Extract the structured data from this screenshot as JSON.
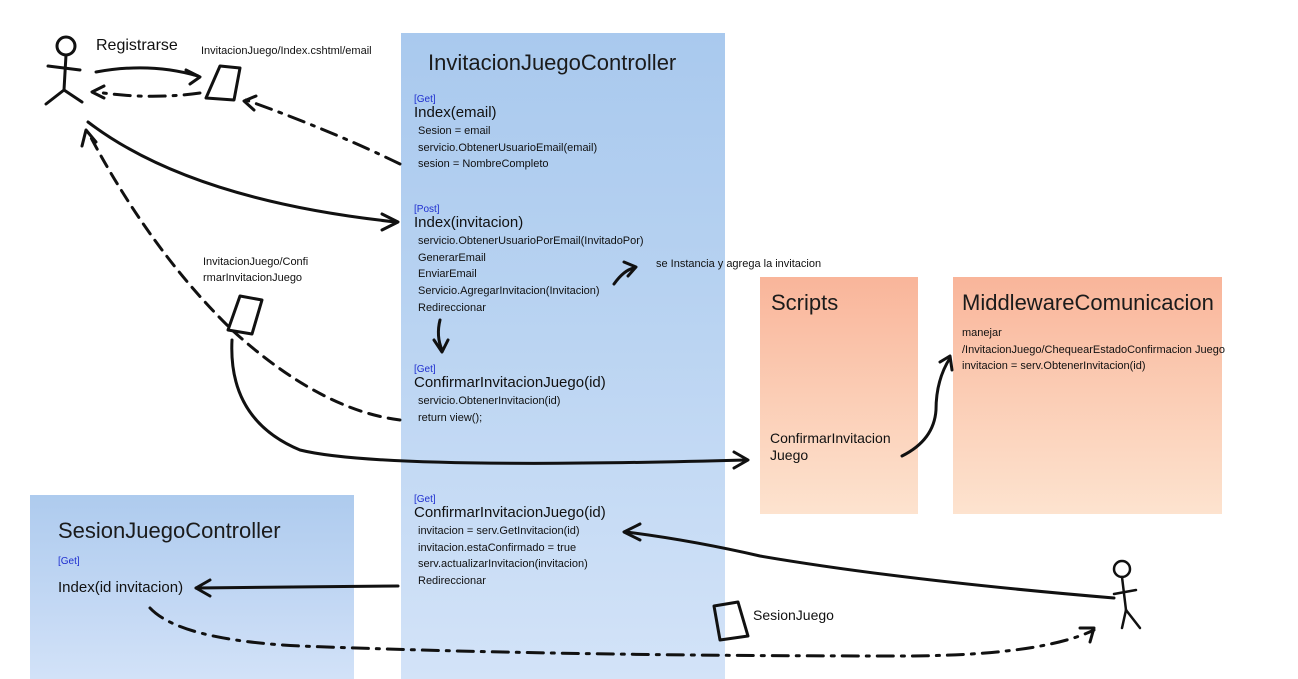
{
  "actors": {
    "top_left_actor": "user",
    "bottom_right_actor": "user"
  },
  "labels": {
    "registrarse": "Registrarse",
    "email_page": "InvitacionJuego/Index.cshtml/email",
    "confirm_page_line1": "InvitacionJuego/Confi",
    "confirm_page_line2": "rmarInvitacionJuego",
    "instancia_note": "se Instancia y agrega la invitacion",
    "sesion_juego": "SesionJuego"
  },
  "invitacion_controller": {
    "title": "InvitacionJuegoController",
    "m1": {
      "verb": "[Get]",
      "signature": "Index(email)",
      "lines": [
        "Sesion = email",
        "servicio.ObtenerUsuarioEmail(email)",
        "sesion = NombreCompleto"
      ]
    },
    "m2": {
      "verb": "[Post]",
      "signature": "Index(invitacion)",
      "lines": [
        "servicio.ObtenerUsuarioPorEmail(InvitadoPor)",
        "GenerarEmail",
        "EnviarEmail",
        "Servicio.AgregarInvitacion(Invitacion)",
        "Redireccionar"
      ]
    },
    "m3": {
      "verb": "[Get]",
      "signature": "ConfirmarInvitacionJuego(id)",
      "lines": [
        "servicio.ObtenerInvitacion(id)",
        "return view();"
      ]
    },
    "m4": {
      "verb": "[Get]",
      "signature": "ConfirmarInvitacionJuego(id)",
      "lines": [
        "invitacion = serv.GetInvitacion(id)",
        "invitacion.estaConfirmado = true",
        "serv.actualizarInvitacion(invitacion)",
        "Redireccionar"
      ]
    }
  },
  "sesion_controller": {
    "title": "SesionJuegoController",
    "verb": "[Get]",
    "signature": "Index(id invitacion)"
  },
  "scripts": {
    "title": "Scripts",
    "item_line1": "ConfirmarInvitacion",
    "item_line2": "Juego"
  },
  "middleware": {
    "title": "MiddlewareComunicacion",
    "lines": [
      "manejar",
      "/InvitacionJuego/ChequearEstadoConfirmacion Juego",
      "invitacion = serv.ObtenerInvitacion(id)"
    ]
  },
  "colors": {
    "controller_blue": "#a9c9ee",
    "scripts_orange": "#f9b59a",
    "verb_blue": "#1f2fd0",
    "stroke": "#111111"
  }
}
